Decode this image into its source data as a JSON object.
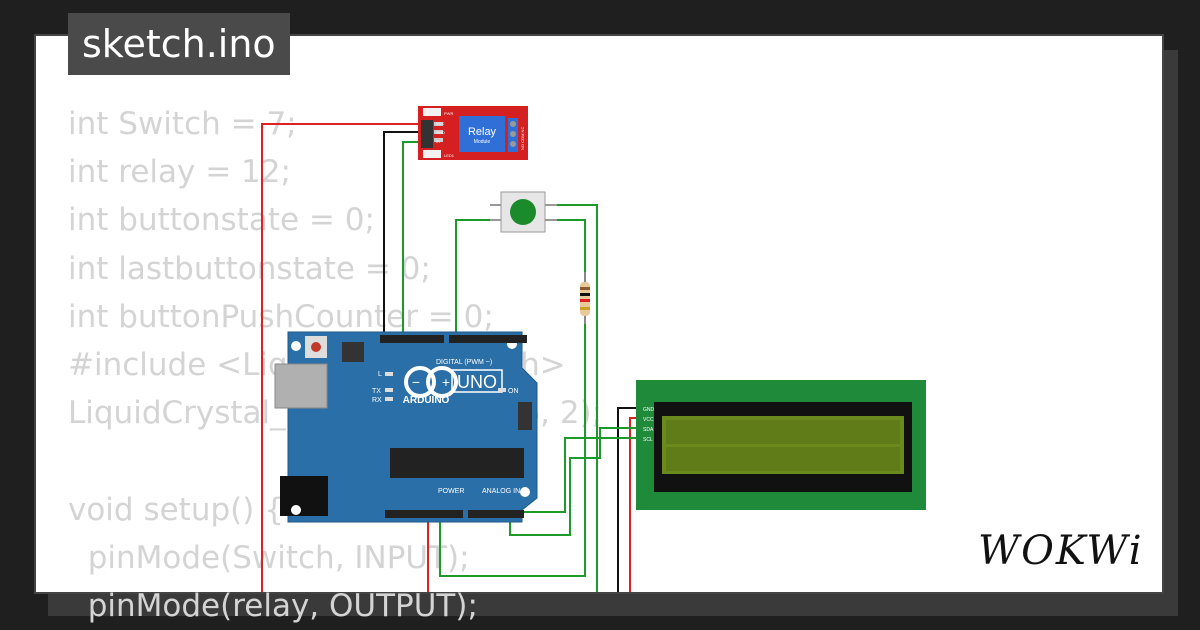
{
  "title": "sketch.ino",
  "code_lines": [
    "int Switch = 7;",
    "int relay = 12;",
    "int buttonstate = 0;",
    "int lastbuttonstate = 0;",
    "int buttonPushCounter = 0;",
    "#include <LiquidCrystal_I2C.h>",
    "LiquidCrystal_I2C lcd(0x27, 16, 2);",
    "",
    "void setup() {",
    "  pinMode(Switch, INPUT);",
    "  pinMode(relay, OUTPUT);"
  ],
  "relay": {
    "title": "Relay",
    "subtitle": "Module",
    "pins": [
      "PWR",
      "VCC",
      "GND",
      "IN",
      "LED1"
    ],
    "terminals": "NO COM NC"
  },
  "arduino": {
    "name": "UNO",
    "brand": "ARDUINO",
    "digital_label": "DIGITAL (PWM ~)",
    "power_label": "POWER",
    "analog_label": "ANALOG IN",
    "on_label": "ON",
    "tx_label": "TX",
    "rx_label": "RX",
    "l_label": "L"
  },
  "lcd": {
    "pins": [
      "GND",
      "VCC",
      "SDA",
      "SCL"
    ]
  },
  "logo": "WOKWi",
  "colors": {
    "board": "#2a6fa8",
    "relay": "#d42020",
    "lcd_pcb": "#1f8a3a",
    "lcd_screen": "#6b8a1e",
    "wire_red": "#e02020",
    "wire_green": "#1e9a2a",
    "wire_black": "#111111"
  }
}
